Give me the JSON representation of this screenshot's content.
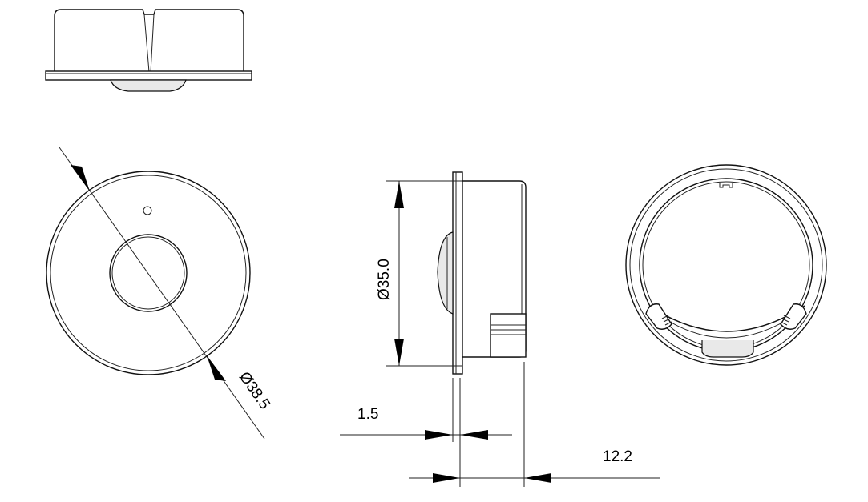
{
  "diagram": {
    "colors": {
      "line": "#111111",
      "background": "#ffffff",
      "fill": "#e9e9e9"
    },
    "dimensions": {
      "outer_diameter": "Ø38.5",
      "body_diameter": "Ø35.0",
      "flange_thickness": "1.5",
      "body_depth": "12.2"
    }
  }
}
